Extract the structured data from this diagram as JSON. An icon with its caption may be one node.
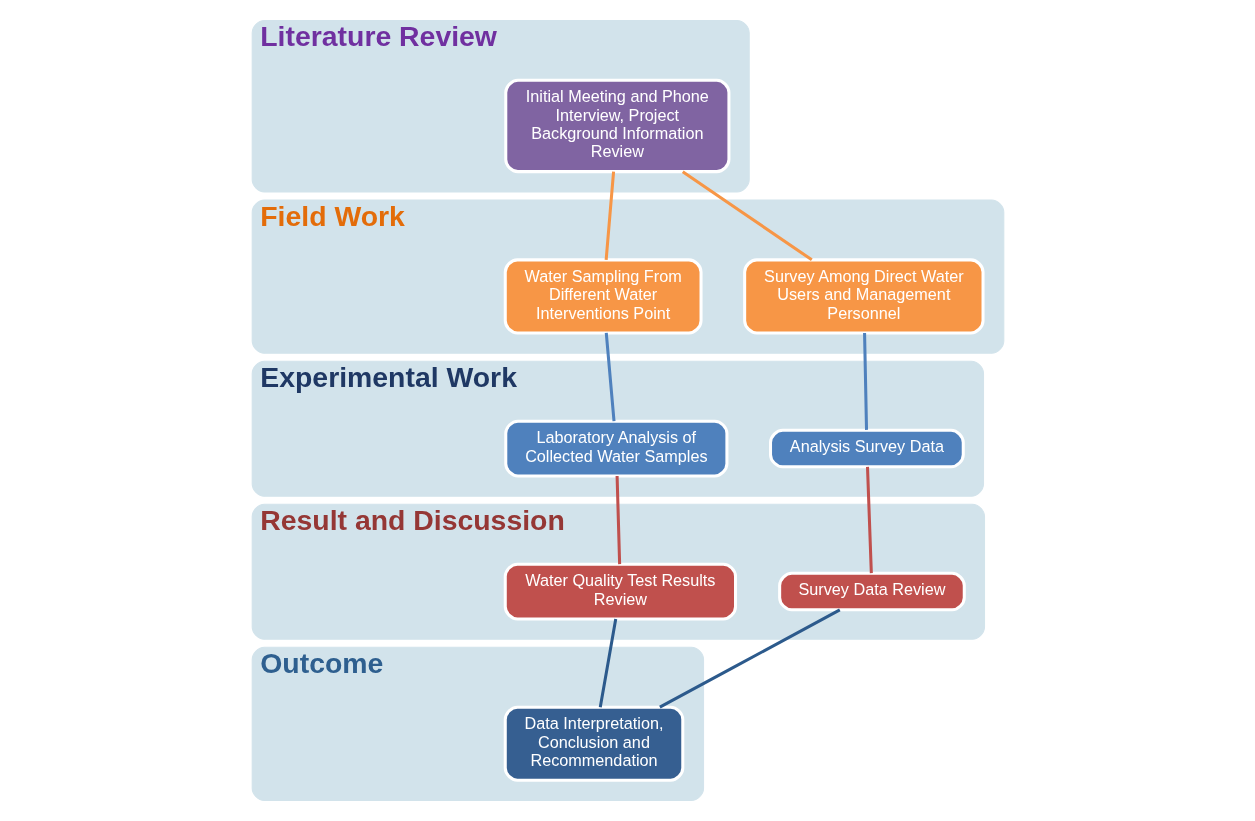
{
  "diagram": {
    "nodes": [
      {
        "text": [
          "Literature Review"
        ]
      },
      {
        "text": [
          "Initial Meeting and Phone Interview, Project Background Information Review"
        ],
        "in": 0
      },
      {
        "text": [
          "Field Work"
        ]
      },
      {
        "text": [
          "Water Sampling From Different Water Interventions Point"
        ],
        "in": 2
      },
      {
        "text": [
          "Survey Among Direct Water Users and Management Personnel"
        ],
        "in": 2
      },
      {
        "text": [
          "Experimental Work"
        ]
      },
      {
        "text": [
          "Laboratory Analysis of Collected Water Samples"
        ],
        "in": 5
      },
      {
        "text": [
          "Analysis Survey Data"
        ],
        "in": 5
      },
      {
        "text": [
          "Result and Discussion"
        ]
      },
      {
        "text": [
          "Water Quality Test Results Review"
        ],
        "in": 8
      },
      {
        "text": [
          "Survey Data Review"
        ],
        "in": 8
      },
      {
        "text": [
          "Outcome"
        ]
      },
      {
        "text": [
          "Data Interpretation, Conclusion and Recommendation"
        ],
        "in": 11
      }
    ],
    "edges": [
      {
        "from": 1,
        "to": 3,
        "arrow": "none",
        "color": "#f79646"
      },
      {
        "from": 1,
        "to": 4,
        "arrow": "none",
        "color": "#f79646"
      },
      {
        "from": 3,
        "to": 6,
        "arrow": "none",
        "color": "#4f81bd"
      },
      {
        "from": 4,
        "to": 7,
        "arrow": "none",
        "color": "#4f81bd"
      },
      {
        "from": 6,
        "to": 9,
        "arrow": "none",
        "color": "#c0504d"
      },
      {
        "from": 7,
        "to": 10,
        "arrow": "none",
        "color": "#c0504d"
      },
      {
        "from": 9,
        "to": 12,
        "arrow": "none",
        "color": "#2c5a8c"
      },
      {
        "from": 10,
        "to": 12,
        "arrow": "none",
        "color": "#2c5a8c"
      }
    ]
  }
}
